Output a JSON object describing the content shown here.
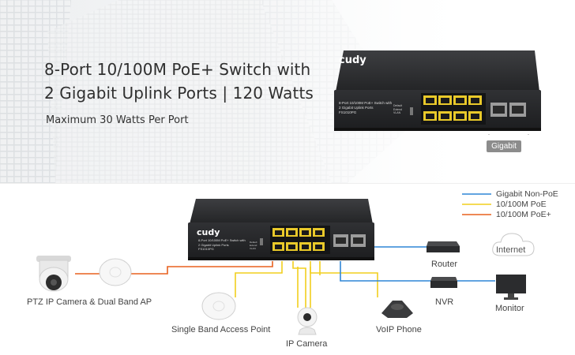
{
  "hero": {
    "headline_line1": "8-Port 10/100M PoE+ Switch with",
    "headline_line2": "2 Gigabit Uplink Ports | 120 Watts",
    "subheadline": "Maximum 30 Watts Per Port",
    "gigabit_tag": "Gigabit"
  },
  "switch": {
    "brand": "cudy",
    "desc_line1": "8-Port 10/100M PoE+ Switch with",
    "desc_line2": "2 Gigabit Uplink Ports",
    "model": "FS1010PG",
    "mode_labels": [
      "Default",
      "Extend",
      "VLAN"
    ]
  },
  "legend": [
    {
      "label": "Gigabit Non-PoE",
      "color": "#2f86d6"
    },
    {
      "label": "10/100M PoE",
      "color": "#f2cf1d"
    },
    {
      "label": "10/100M PoE+",
      "color": "#e8611f"
    }
  ],
  "devices": {
    "ptz": "PTZ IP Camera & Dual Band AP",
    "single_ap": "Single Band Access Point",
    "ip_camera": "IP Camera",
    "voip": "VoIP Phone",
    "router": "Router",
    "internet": "Internet",
    "nvr": "NVR",
    "monitor": "Monitor"
  },
  "colors": {
    "gigabit": "#2f86d6",
    "poe": "#f2cf1d",
    "poeplus": "#e8611f",
    "switch_body": "#2b2c2e",
    "port_yellow": "#e9c92a"
  }
}
